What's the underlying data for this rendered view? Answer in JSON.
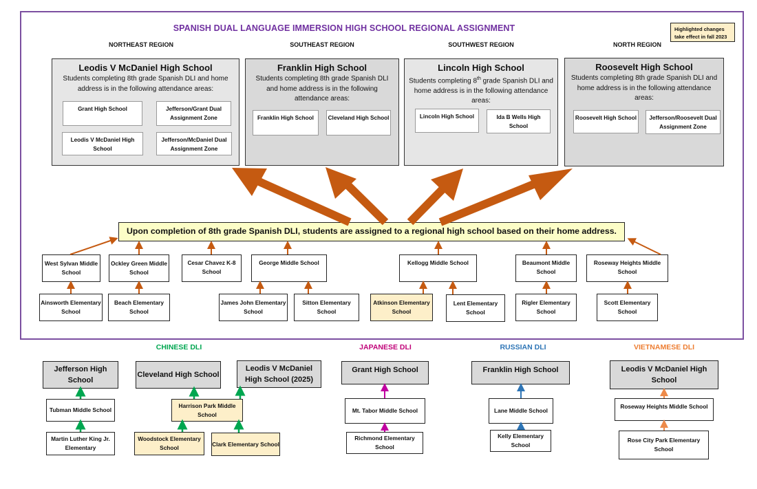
{
  "title": "SPANISH DUAL LANGUAGE IMMERSION HIGH SCHOOL REGIONAL ASSIGNMENT",
  "note": "Highlighted changes take effect in fall 2023",
  "colors": {
    "frame": "#7b4fa0",
    "title": "#7030a0",
    "spanish_arrow": "#c55a11",
    "highlight": "#fdefc9",
    "banner": "#fcfdc7",
    "chinese": "#00a650",
    "japanese": "#c00078",
    "russian": "#2e75b6",
    "vietnamese": "#ed7d31"
  },
  "regions": [
    {
      "label": "NORTHEAST REGION",
      "high_school": "Leodis V McDaniel High School",
      "description": "Students completing 8th grade Spanish DLI and home address is in the following attendance areas:",
      "areas": [
        "Grant High School",
        "Jefferson/Grant Dual Assignment Zone",
        "Leodis V McDaniel High School",
        "Jefferson/McDaniel Dual Assignment Zone"
      ]
    },
    {
      "label": "SOUTHEAST REGION",
      "high_school": "Franklin High School",
      "description": "Students completing 8th grade Spanish DLI and home address is in the following attendance areas:",
      "areas": [
        "Franklin High School",
        "Cleveland High School"
      ]
    },
    {
      "label": "SOUTHWEST REGION",
      "high_school": "Lincoln High School",
      "description_pre": "Students completing 8",
      "description_sup": "th",
      "description_post": " grade Spanish DLI and home address is in the following attendance areas:",
      "areas": [
        "Lincoln High School",
        "Ida B Wells High School"
      ]
    },
    {
      "label": "NORTH REGION",
      "high_school": "Roosevelt High School",
      "description": "Students completing 8th grade Spanish DLI and home address is in the following attendance areas:",
      "areas": [
        "Roosevelt High School",
        "Jefferson/Roosevelt Dual Assignment Zone"
      ]
    }
  ],
  "banner": "Upon completion of 8th grade Spanish DLI, students are assigned to a regional high school based on their home address.",
  "spanish_middle": [
    "West Sylvan Middle School",
    "Ockley Green Middle School",
    "Cesar Chavez K-8 School",
    "George Middle School",
    "Kellogg Middle School",
    "Beaumont Middle School",
    "Roseway Heights Middle School"
  ],
  "spanish_elementary": [
    {
      "name": "Ainsworth Elementary School",
      "highlighted": false
    },
    {
      "name": "Beach Elementary School",
      "highlighted": false
    },
    {
      "name": "James John Elementary School",
      "highlighted": false
    },
    {
      "name": "Sitton Elementary School",
      "highlighted": false
    },
    {
      "name": "Atkinson Elementary School",
      "highlighted": true
    },
    {
      "name": "Lent Elementary School",
      "highlighted": false
    },
    {
      "name": "Rigler Elementary School",
      "highlighted": false
    },
    {
      "name": "Scott Elementary School",
      "highlighted": false
    }
  ],
  "chinese": {
    "label": "CHINESE DLI",
    "high_schools": [
      "Jefferson High School",
      "Cleveland High School",
      "Leodis V McDaniel High School (2025)"
    ],
    "middle": [
      {
        "name": "Tubman Middle School",
        "highlighted": false
      },
      {
        "name": "Harrison Park Middle School",
        "highlighted": true
      }
    ],
    "elementary": [
      {
        "name": "Martin Luther King Jr. Elementary",
        "highlighted": false
      },
      {
        "name": "Woodstock Elementary School",
        "highlighted": true
      },
      {
        "name": "Clark Elementary School",
        "highlighted": true
      }
    ]
  },
  "japanese": {
    "label": "JAPANESE DLI",
    "high_school": "Grant High School",
    "middle": "Mt. Tabor Middle School",
    "elementary": "Richmond Elementary School"
  },
  "russian": {
    "label": "RUSSIAN DLI",
    "high_school": "Franklin High School",
    "middle": "Lane Middle School",
    "elementary": "Kelly Elementary School"
  },
  "vietnamese": {
    "label": "VIETNAMESE DLI",
    "high_school": "Leodis V McDaniel High School",
    "middle": "Roseway Heights Middle School",
    "elementary": "Rose City Park Elementary School"
  }
}
